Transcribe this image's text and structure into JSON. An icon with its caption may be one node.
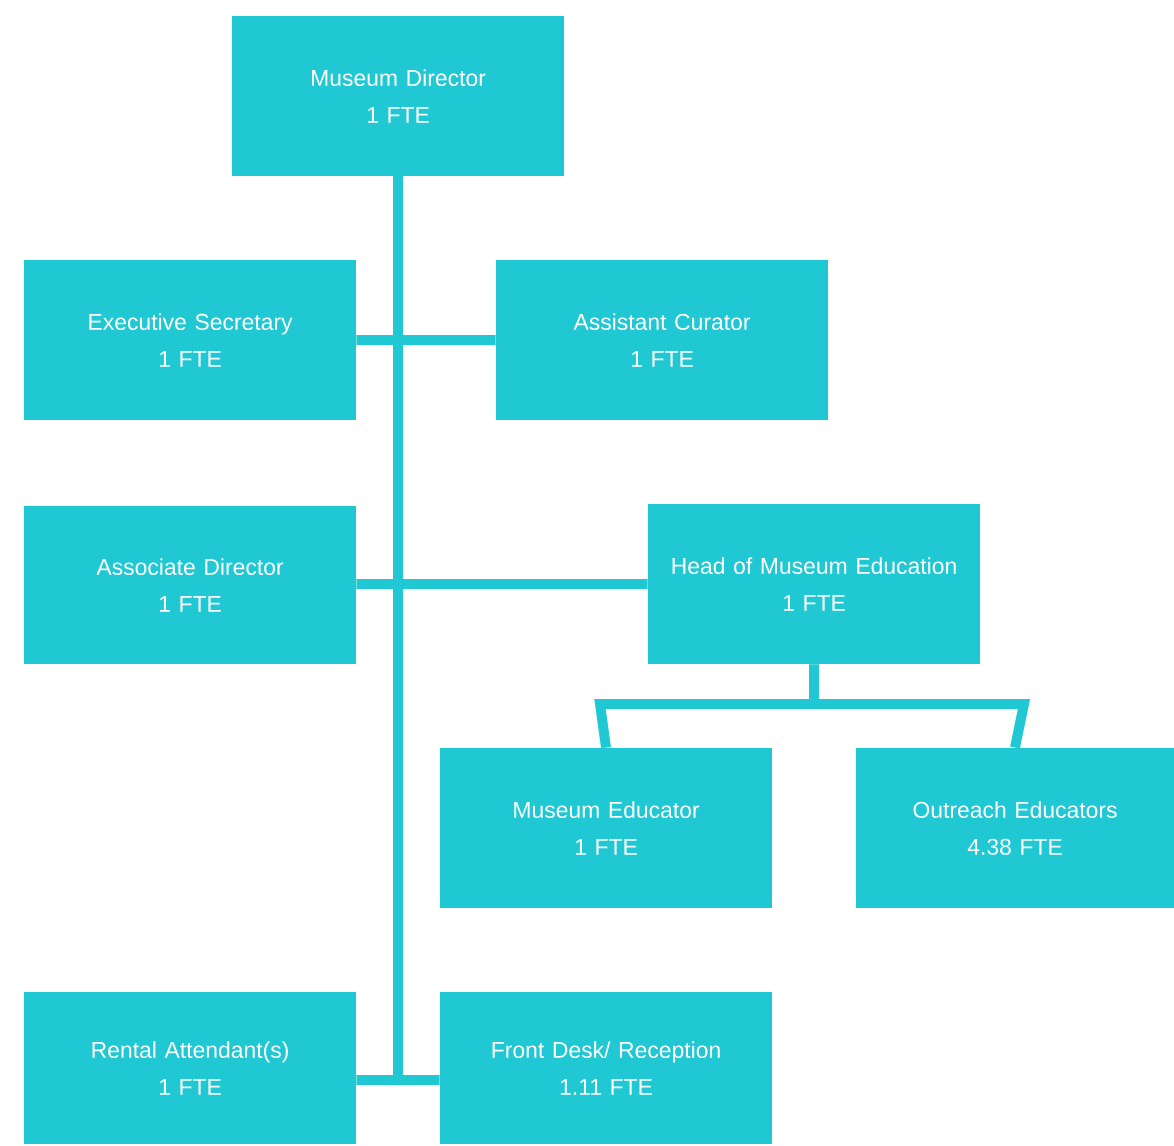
{
  "diagram": {
    "nodes": [
      {
        "text": [
          "Museum Director",
          "1 FTE"
        ]
      },
      {
        "text": [
          "Executive Secretary",
          "1 FTE"
        ]
      },
      {
        "text": [
          "Assistant Curator",
          "1 FTE"
        ]
      },
      {
        "text": [
          "Associate Director",
          "1 FTE"
        ]
      },
      {
        "text": [
          "Head of Museum Education",
          "1 FTE"
        ]
      },
      {
        "text": [
          "Museum Educator",
          "1 FTE"
        ]
      },
      {
        "text": [
          "Outreach Educators",
          "4.38 FTE"
        ]
      },
      {
        "text": [
          "Rental Attendant(s)",
          "1 FTE"
        ]
      },
      {
        "text": [
          "Front Desk/ Reception",
          "1.11 FTE"
        ]
      }
    ],
    "edges": [
      {
        "from": 0,
        "to": 1,
        "arrow": "none"
      },
      {
        "from": 0,
        "to": 2,
        "arrow": "none"
      },
      {
        "from": 0,
        "to": 3,
        "arrow": "none"
      },
      {
        "from": 0,
        "to": 4,
        "arrow": "none"
      },
      {
        "from": 4,
        "to": 5,
        "arrow": "none"
      },
      {
        "from": 4,
        "to": 6,
        "arrow": "none"
      },
      {
        "from": 0,
        "to": 7,
        "arrow": "none"
      },
      {
        "from": 0,
        "to": 8,
        "arrow": "none"
      }
    ]
  }
}
